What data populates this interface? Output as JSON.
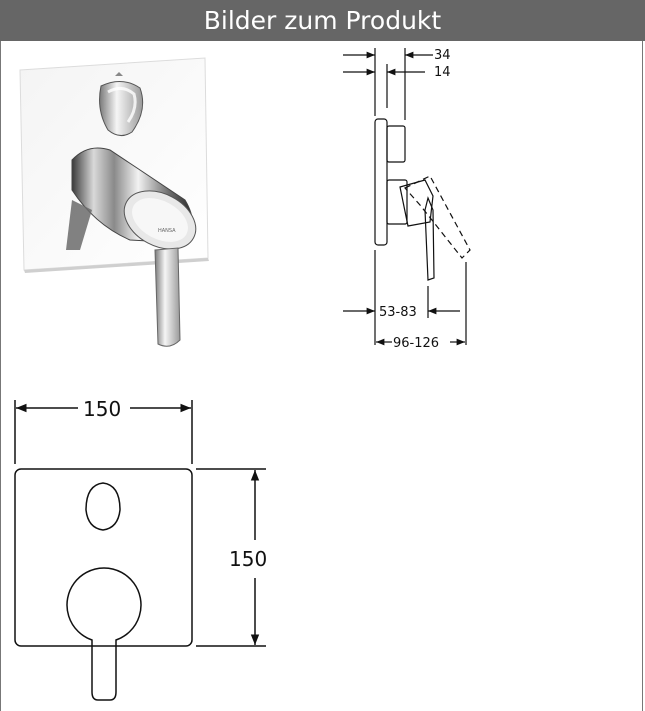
{
  "header": {
    "title": "Bilder zum Produkt"
  },
  "images": {
    "product_photo": {
      "brand_mark": "HANSA"
    }
  },
  "side_drawing": {
    "dim_top": "34",
    "dim_inner": "14",
    "dim_depth": "53-83",
    "dim_total": "96-126"
  },
  "front_drawing": {
    "width": "150",
    "height": "150"
  },
  "colors": {
    "header_bg": "#666666",
    "header_text": "#ffffff",
    "line": "#111111"
  }
}
